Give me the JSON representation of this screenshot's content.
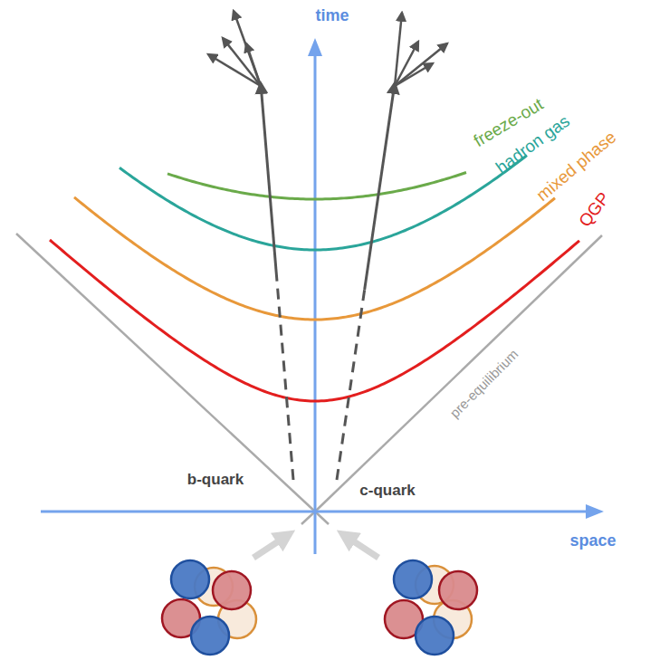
{
  "diagram": {
    "labels": [
      "time",
      "space",
      "freeze-out",
      "hadron gas",
      "mixed phase",
      "QGP",
      "pre-equilibrium",
      "b-quark",
      "c-quark"
    ]
  }
}
